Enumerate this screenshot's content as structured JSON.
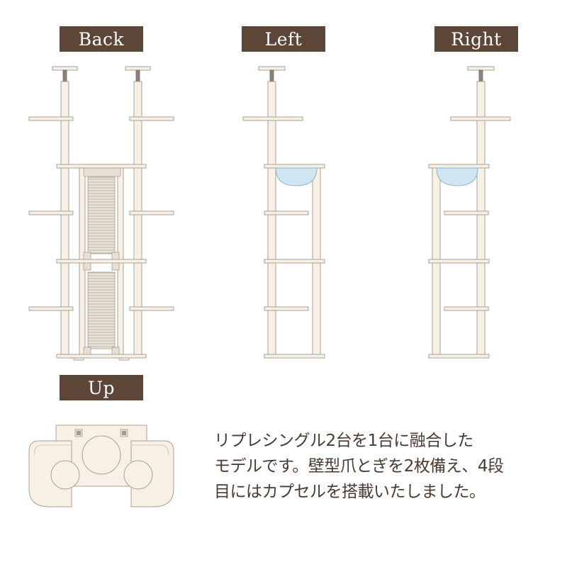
{
  "views": {
    "back": "Back",
    "left": "Left",
    "right": "Right",
    "up": "Up"
  },
  "description": {
    "lines": [
      "リプレシングル2台を1台に融合した",
      "モデルです。壁型爪とぎを2枚備え、4段",
      "目にはカプセルを搭載いたしました。"
    ]
  },
  "colors": {
    "label_bg": "#5b4638",
    "wood": "#f7f0e4",
    "outline": "#a8a197",
    "capsule": "#cfe6f2"
  }
}
